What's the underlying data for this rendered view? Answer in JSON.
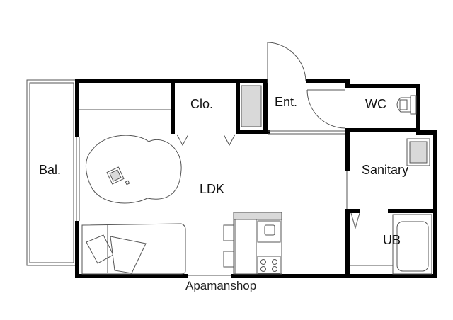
{
  "labels": {
    "balcony": "Bal.",
    "closet": "Clo.",
    "entrance": "Ent.",
    "wc": "WC",
    "sanitary": "Sanitary",
    "ldk": "LDK",
    "ub": "UB"
  },
  "brand": "Apamanshop",
  "colors": {
    "wall": "#000000",
    "line": "#555555",
    "fixture_gray": "#d9d9d9"
  }
}
